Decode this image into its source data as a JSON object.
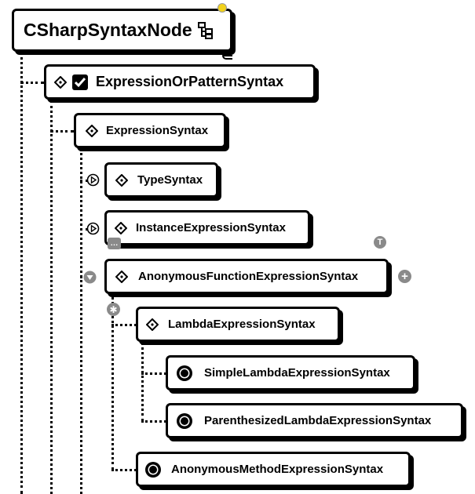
{
  "diagram": {
    "root": {
      "label": "CSharpSyntaxNode",
      "icon": "hierarchy-icon"
    },
    "nodes": [
      {
        "label": "ExpressionOrPatternSyntax",
        "icon": "diamond-icon",
        "extra_icon": "checkbox-icon"
      },
      {
        "label": "ExpressionSyntax",
        "icon": "diamond-icon"
      },
      {
        "label": "TypeSyntax",
        "icon": "diamond-icon",
        "connector": "play-circle-icon"
      },
      {
        "label": "InstanceExpressionSyntax",
        "icon": "diamond-icon",
        "connector": "play-circle-icon"
      },
      {
        "label": "AnonymousFunctionExpressionSyntax",
        "icon": "diamond-icon",
        "connector": "triangle-down-circle-icon"
      },
      {
        "label": "LambdaExpressionSyntax",
        "icon": "diamond-icon",
        "connector": "asterisk-circle-icon"
      },
      {
        "label": "SimpleLambdaExpressionSyntax",
        "icon": "gear-circle-icon"
      },
      {
        "label": "ParenthesizedLambdaExpressionSyntax",
        "icon": "gear-circle-icon"
      },
      {
        "label": "AnonymousMethodExpressionSyntax",
        "icon": "gear-circle-icon"
      }
    ],
    "badges": {
      "more": "…",
      "type": "T",
      "add": "+",
      "star": "✱"
    },
    "colors": {
      "border": "#000000",
      "badge": "#8a8a8a",
      "marker": "#f2d21b"
    }
  }
}
